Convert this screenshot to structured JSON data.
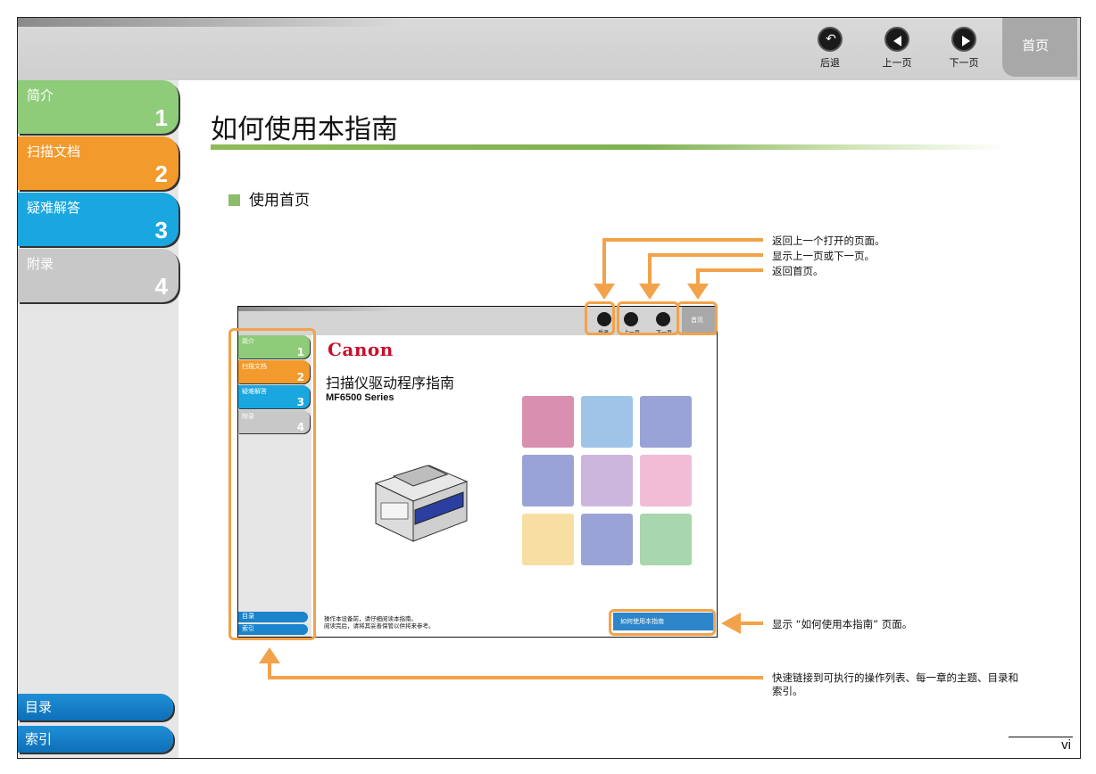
{
  "header": {
    "back_label": "后退",
    "prev_label": "上一页",
    "next_label": "下一页",
    "home_label": "首页"
  },
  "sidebar": {
    "chapters": [
      {
        "label": "简介",
        "number": "1",
        "color": "#8fcc7a"
      },
      {
        "label": "扫描文档",
        "number": "2",
        "color": "#f39a2c"
      },
      {
        "label": "疑难解答",
        "number": "3",
        "color": "#1aa7e0"
      },
      {
        "label": "附录",
        "number": "4",
        "color": "#c8c8c8"
      }
    ],
    "contents_label": "目录",
    "index_label": "索引"
  },
  "main": {
    "title": "如何使用本指南",
    "section": "使用首页",
    "annotations": {
      "back": "返回上一个打开的页面。",
      "prev_next": "显示上一页或下一页。",
      "home": "返回首页。",
      "howto": "显示 “如何使用本指南” 页面。",
      "quicklinks_1": "快速链接到可执行的操作列表、每一章的主题、目录和",
      "quicklinks_2": "索引。"
    }
  },
  "preview": {
    "brand": "Canon",
    "title": "扫描仪驱动程序指南",
    "subtitle": "MF6500 Series",
    "back": "后退",
    "prev": "上一页",
    "next": "下一页",
    "home": "首页",
    "chapters": [
      {
        "label": "简介",
        "number": "1"
      },
      {
        "label": "扫描文档",
        "number": "2"
      },
      {
        "label": "疑难解答",
        "number": "3"
      },
      {
        "label": "附录",
        "number": "4"
      }
    ],
    "contents": "目录",
    "index": "索引",
    "footer_1": "操作本设备前，请仔细阅读本指南。",
    "footer_2": "阅读完后，请将其妥善保管以供将来参考。",
    "howto_link": "如何使用本指南",
    "tile_colors": [
      "#d98fb0",
      "#9fc4e8",
      "#9aa3d6",
      "#9aa3d6",
      "#cdb6de",
      "#f2bcd6",
      "#f7dea3",
      "#9aa3d6",
      "#a8d6ad"
    ]
  },
  "footer": {
    "page_number": "vi"
  }
}
